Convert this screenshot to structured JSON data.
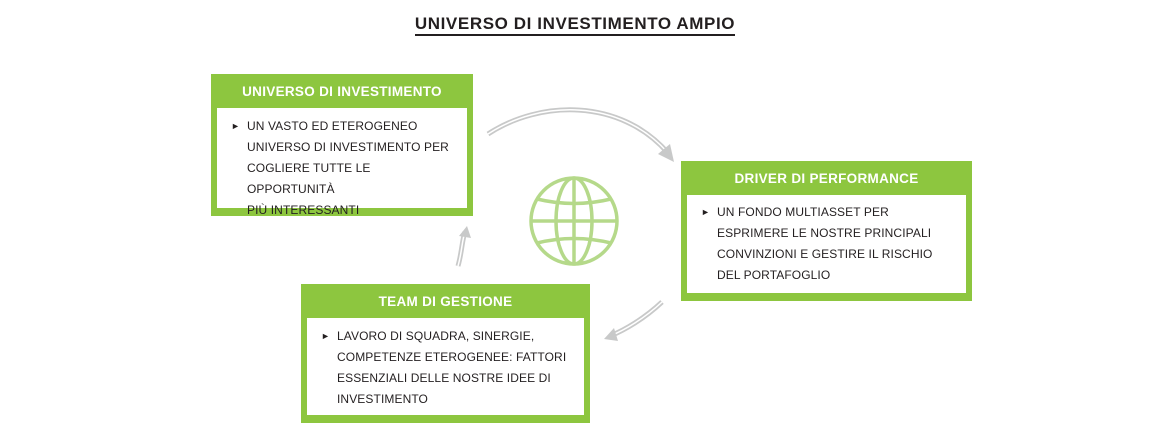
{
  "title": "UNIVERSO DI INVESTIMENTO AMPIO",
  "boxes": {
    "universe": {
      "heading": "UNIVERSO DI INVESTIMENTO",
      "lines": [
        "UN VASTO ED ETEROGENEO",
        "UNIVERSO DI INVESTIMENTO PER",
        "COGLIERE TUTTE LE OPPORTUNITÀ",
        "PIÙ INTERESSANTI"
      ]
    },
    "driver": {
      "heading": "DRIVER DI PERFORMANCE",
      "lines": [
        "UN FONDO MULTIASSET PER",
        "ESPRIMERE LE NOSTRE PRINCIPALI",
        "CONVINZIONI E GESTIRE IL RISCHIO",
        "DEL PORTAFOGLIO"
      ]
    },
    "team": {
      "heading": "TEAM DI GESTIONE",
      "lines": [
        "LAVORO DI SQUADRA, SINERGIE,",
        "COMPETENZE ETEROGENEE: FATTORI",
        "ESSENZIALI DELLE NOSTRE IDEE DI",
        "INVESTIMENTO"
      ]
    }
  },
  "bullet_glyph": "►",
  "colors": {
    "accent_green": "#8dc63f",
    "globe_green": "#b5d98a",
    "arrow_gray": "#c8c9c9",
    "text": "#231f20"
  },
  "icons": {
    "center": "globe-icon",
    "cycle": "circular-arrow-icon"
  }
}
